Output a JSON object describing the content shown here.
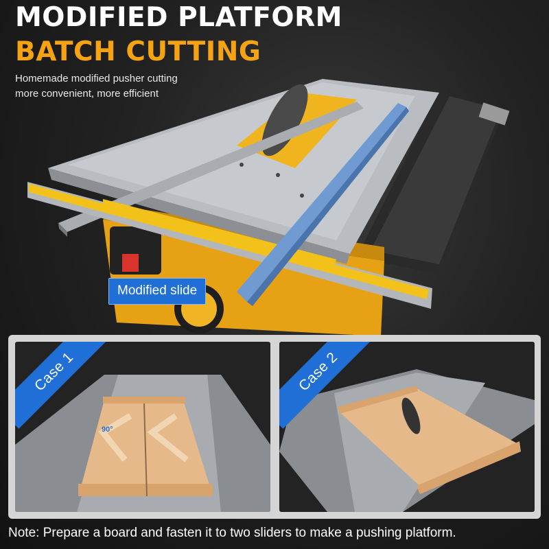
{
  "header": {
    "title_line1": "MODIFIED PLATFORM",
    "title_line2": "BATCH CUTTING",
    "subtitle_line1": "Homemade modified pusher cutting",
    "subtitle_line2": "more convenient, more efficient"
  },
  "hero": {
    "callout_label": "Modified slide"
  },
  "cases": [
    {
      "label": "Case 1",
      "angle_label": "90°"
    },
    {
      "label": "Case 2"
    }
  ],
  "footer": {
    "note": "Note: Prepare a board and fasten it to two sliders to make a pushing platform."
  },
  "colors": {
    "accent_orange": "#f5a312",
    "accent_blue": "#1f6fd6",
    "panel_frame": "#d5d5d5"
  }
}
